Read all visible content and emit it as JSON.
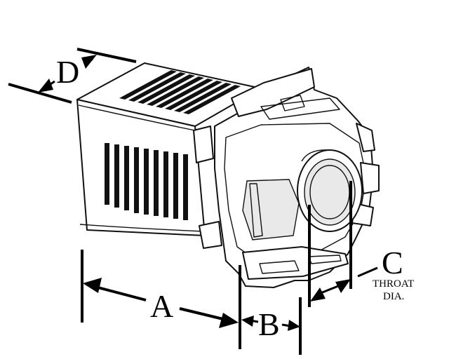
{
  "diagram": {
    "dimensions": [
      {
        "id": "A",
        "letter": "A"
      },
      {
        "id": "B",
        "letter": "B"
      },
      {
        "id": "C",
        "letter": "C",
        "note_line1": "THROAT",
        "note_line2": "DIA."
      },
      {
        "id": "D",
        "letter": "D"
      }
    ],
    "colors": {
      "ink": "#000000",
      "paper": "#ffffff",
      "shade": "#e9e9e9"
    }
  }
}
